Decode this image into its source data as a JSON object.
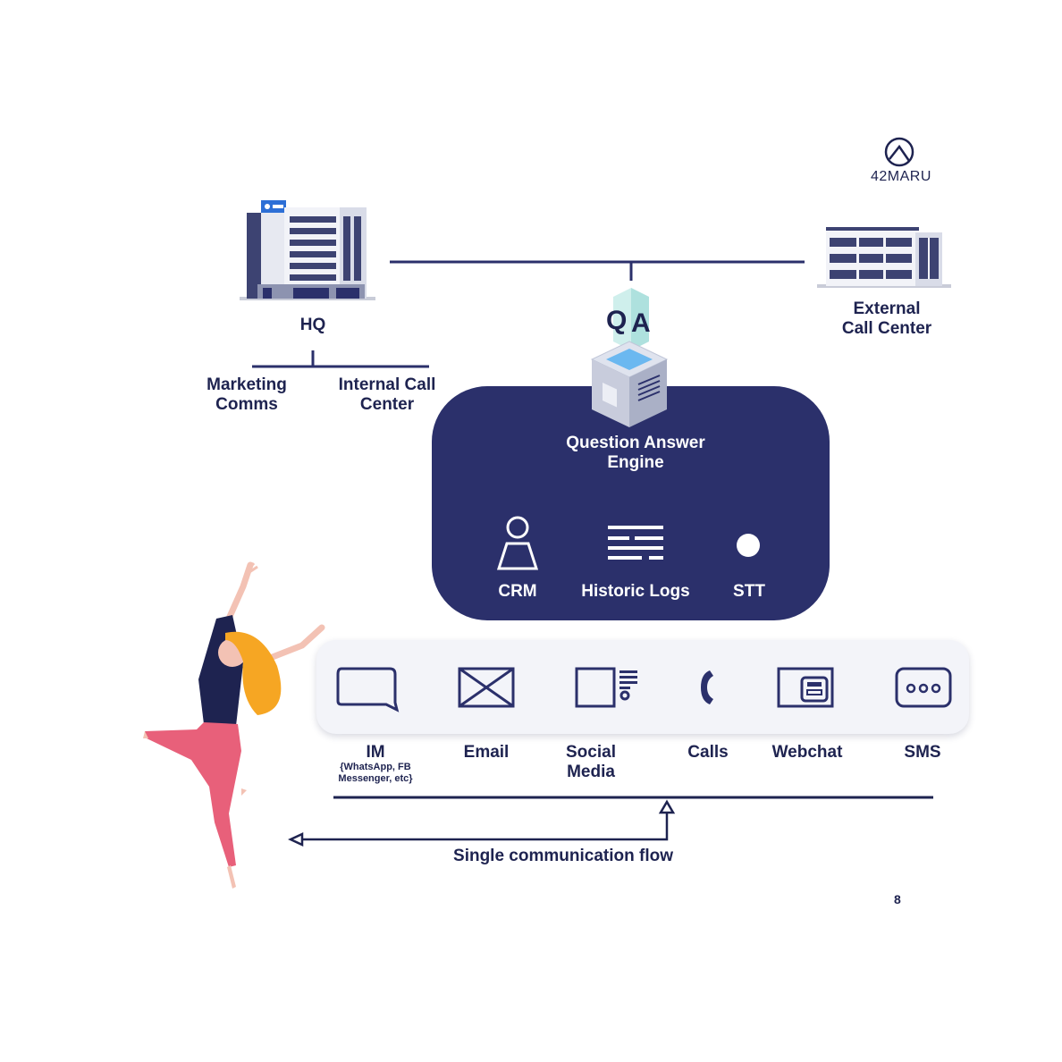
{
  "brand": {
    "logo_text": "42MARU"
  },
  "org": {
    "hq_label": "HQ",
    "marketing_label": [
      "Marketing",
      "Comms"
    ],
    "internal_label": [
      "Internal Call",
      "Center"
    ],
    "external_label": [
      "External",
      "Call Center"
    ]
  },
  "engine": {
    "qa_letters": [
      "Q",
      "A"
    ],
    "title": [
      "Question Answer",
      "Engine"
    ],
    "modules": [
      {
        "label": "CRM",
        "icon": "person-icon"
      },
      {
        "label": "Historic Logs",
        "icon": "logs-icon"
      },
      {
        "label": "STT",
        "icon": "dot-icon"
      }
    ]
  },
  "channels": [
    {
      "label": "IM",
      "sub": [
        "{WhatsApp, FB",
        "Messenger, etc}"
      ],
      "icon": "chat-bubble-icon"
    },
    {
      "label": "Email",
      "icon": "envelope-icon"
    },
    {
      "label": [
        "Social",
        "Media"
      ],
      "icon": "social-media-icon"
    },
    {
      "label": "Calls",
      "icon": "phone-icon"
    },
    {
      "label": "Webchat",
      "icon": "webchat-icon"
    },
    {
      "label": "SMS",
      "icon": "sms-icon"
    }
  ],
  "flow_label": "Single communication flow",
  "page_number": "8",
  "colors": {
    "navy": "#2b306b",
    "text": "#1e2350",
    "panel": "#f3f4f9",
    "hair": "#f6a623",
    "pants": "#e8607a"
  }
}
